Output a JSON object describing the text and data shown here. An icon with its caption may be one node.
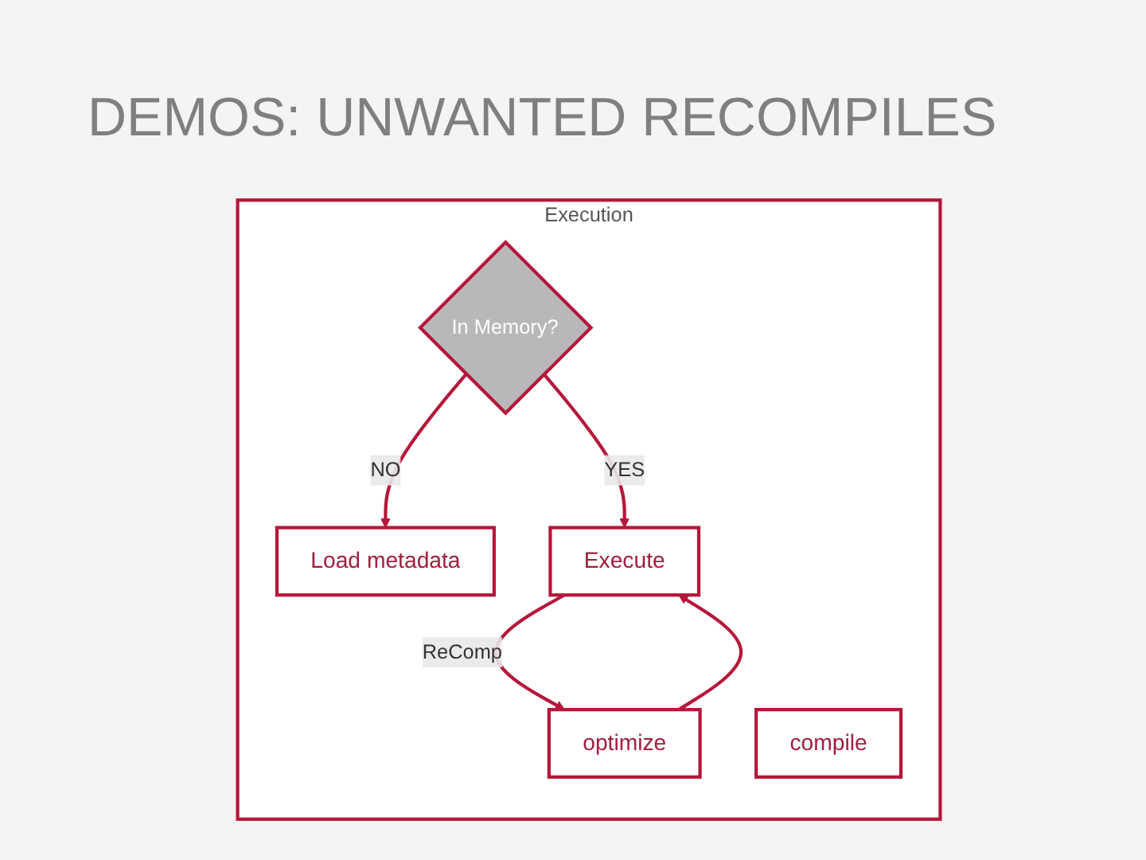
{
  "diagram": {
    "title": "DEMOS: UNWANTED RECOMPILES",
    "nodes": [
      {
        "text": [
          "Execution"
        ]
      },
      {
        "text": [
          "In Memory?"
        ],
        "in": 0
      },
      {
        "text": [
          "Load metadata"
        ],
        "in": 0
      },
      {
        "text": [
          "compile"
        ],
        "in": 0
      },
      {
        "text": [
          "optimize"
        ],
        "in": 0
      },
      {
        "text": [
          "Execute"
        ],
        "in": 0
      }
    ],
    "edges": [
      {
        "from": 1,
        "to": 2,
        "arrow": "to",
        "label": "NO"
      },
      {
        "from": 1,
        "to": 5,
        "arrow": "to",
        "label": "YES"
      },
      {
        "from": 5,
        "to": 4,
        "arrow": "to",
        "label": "ReComp"
      },
      {
        "from": 4,
        "to": 5,
        "arrow": "to"
      }
    ]
  }
}
